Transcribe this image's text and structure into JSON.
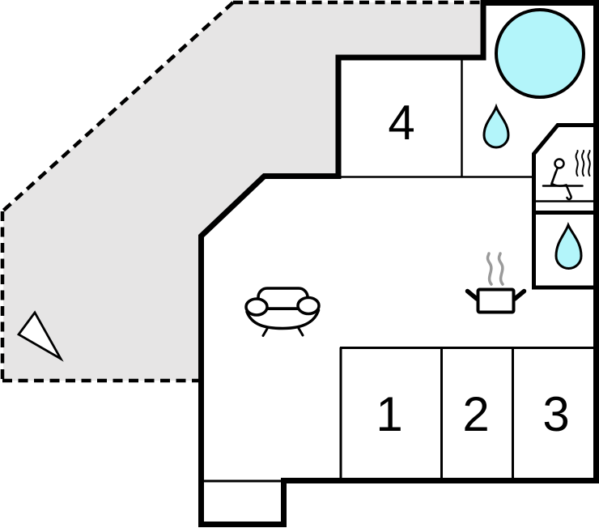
{
  "floorplan": {
    "description": "holiday-house floor plan",
    "wall_color": "#000000",
    "background_color": "#ffffff",
    "water_color": "#b3f5fa",
    "steam_color": "#9a9a9a",
    "terrace": {
      "fill_color": "#e6e5e5",
      "border_style": "dashed",
      "icon": "north-arrow-icon"
    },
    "rooms": [
      {
        "label": "1"
      },
      {
        "label": "2"
      },
      {
        "label": "3"
      },
      {
        "label": "4"
      }
    ],
    "features": {
      "hot_tub": "hot-tub-icon",
      "bathroom": "water-drop-icon",
      "sauna": "sauna-icon",
      "shower": "water-drop-icon",
      "kitchen": "stove-pot-icon",
      "living_room": "sofa-icon",
      "compass": "north-arrow-icon"
    }
  }
}
